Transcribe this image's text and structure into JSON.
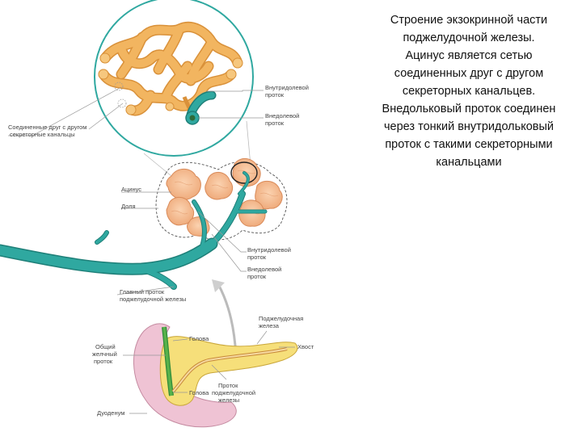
{
  "caption": {
    "lines": [
      "Строение экзокринной части",
      "поджелудочной железы.",
      "Ацинус является сетью",
      "соединенных друг с другом",
      "секреторных канальцев.",
      "Внедольковый проток соединен",
      "через тонкий внутридольковый",
      "проток с такими секреторными",
      "канальцами"
    ]
  },
  "labels": {
    "intralobular_duct_top_1": "Внутридолевой",
    "intralobular_duct_top_2": "проток",
    "extralobular_duct_top_1": "Внедолевой",
    "extralobular_duct_top_2": "проток",
    "connected_1": "Соединенные друг с другом",
    "connected_2": "секреторные канальцы",
    "acinus": "Ацинус",
    "lobule": "Доля",
    "intralobular_duct_mid_1": "Внутридолевой",
    "intralobular_duct_mid_2": "проток",
    "extralobular_duct_mid_1": "Внедолевой",
    "extralobular_duct_mid_2": "проток",
    "main_duct_1": "Главный проток",
    "main_duct_2": "поджелудочной железы",
    "pancreas_1": "Поджелудочная",
    "pancreas_2": "железа",
    "head_top": "Голова",
    "tail": "Хвост",
    "common_bile_1": "Общий",
    "common_bile_2": "желчный",
    "common_bile_3": "проток",
    "head_bottom": "Голова",
    "pancreatic_duct_1": "Проток",
    "pancreatic_duct_2": "поджелудочной",
    "pancreatic_duct_3": "железы",
    "duodenum": "Дуоденум"
  },
  "colors": {
    "tubule": "#f2b560",
    "tubule_dark": "#d9913a",
    "duct": "#2fa8a0",
    "duct_dark": "#1e7f78",
    "acinus": "#f4b98c",
    "pancreas": "#f6df7a",
    "duodenum": "#efc3d4",
    "leader": "#999999"
  }
}
